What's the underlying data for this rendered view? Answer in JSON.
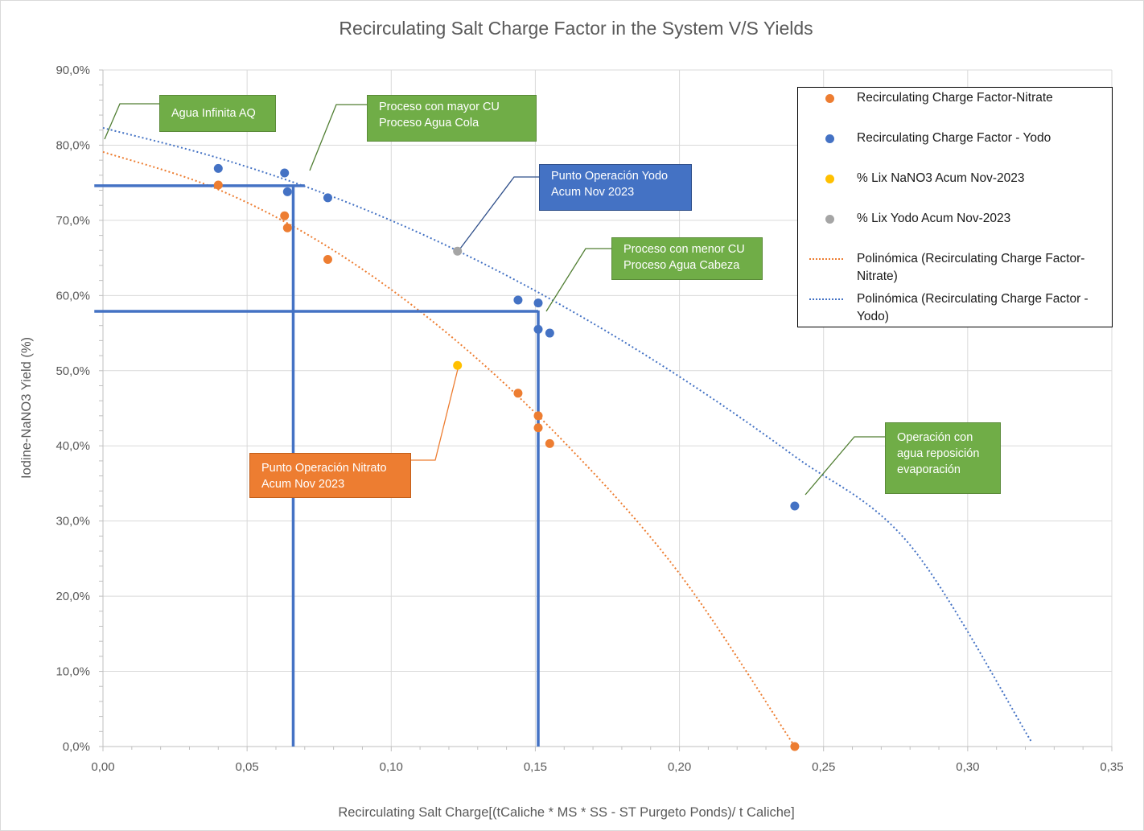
{
  "chart_data": {
    "type": "scatter",
    "title": "Recirculating Salt Charge Factor in the System V/S Yields",
    "xlabel": "Recirculating Salt Charge[(tCaliche * MS * SS -  ST Purgeto Ponds)/ t Caliche]",
    "ylabel": "Iodine-NaNO3 Yield (%)",
    "xlim": [
      0,
      0.35
    ],
    "ylim": [
      0,
      0.9
    ],
    "x_ticks": [
      "0,00",
      "0,05",
      "0,10",
      "0,15",
      "0,20",
      "0,25",
      "0,30",
      "0,35"
    ],
    "y_ticks": [
      "0,0%",
      "10,0%",
      "20,0%",
      "30,0%",
      "40,0%",
      "50,0%",
      "60,0%",
      "70,0%",
      "80,0%",
      "90,0%"
    ],
    "grid": true,
    "legend_position": "top-right",
    "series": [
      {
        "name": "Recirculating Charge Factor-Nitrate",
        "color": "#ed7d31",
        "points": [
          [
            0.04,
            0.747
          ],
          [
            0.063,
            0.706
          ],
          [
            0.064,
            0.69
          ],
          [
            0.078,
            0.648
          ],
          [
            0.144,
            0.47
          ],
          [
            0.151,
            0.44
          ],
          [
            0.151,
            0.424
          ],
          [
            0.155,
            0.403
          ],
          [
            0.24,
            0.0
          ]
        ]
      },
      {
        "name": "Recirculating Charge Factor - Yodo",
        "color": "#4472c4",
        "points": [
          [
            0.04,
            0.769
          ],
          [
            0.063,
            0.763
          ],
          [
            0.064,
            0.738
          ],
          [
            0.078,
            0.73
          ],
          [
            0.144,
            0.594
          ],
          [
            0.151,
            0.59
          ],
          [
            0.151,
            0.555
          ],
          [
            0.155,
            0.55
          ],
          [
            0.24,
            0.32
          ]
        ]
      },
      {
        "name": "% Lix NaNO3 Acum Nov-2023",
        "color": "#ffc000",
        "points": [
          [
            0.123,
            0.507
          ]
        ]
      },
      {
        "name": "% Lix Yodo Acum Nov-2023",
        "color": "#a5a5a5",
        "points": [
          [
            0.123,
            0.659
          ]
        ]
      }
    ],
    "trendlines": [
      {
        "name": "Polinómica (Recirculating Charge Factor-\nNitrate)",
        "color": "#ed7d31",
        "x_range": [
          0,
          0.24
        ],
        "points": [
          [
            0,
            0.791
          ],
          [
            0.04,
            0.741
          ],
          [
            0.08,
            0.66
          ],
          [
            0.12,
            0.548
          ],
          [
            0.16,
            0.405
          ],
          [
            0.2,
            0.23
          ],
          [
            0.24,
            0.0
          ]
        ]
      },
      {
        "name": "Polinómica (Recirculating Charge Factor -\nYodo)",
        "color": "#4472c4",
        "x_range": [
          0,
          0.322
        ],
        "points": [
          [
            0,
            0.823
          ],
          [
            0.04,
            0.783
          ],
          [
            0.08,
            0.731
          ],
          [
            0.12,
            0.665
          ],
          [
            0.16,
            0.585
          ],
          [
            0.2,
            0.492
          ],
          [
            0.24,
            0.386
          ],
          [
            0.28,
            0.268
          ],
          [
            0.322,
            0.007
          ]
        ]
      }
    ],
    "reference_lines": [
      {
        "orientation": "vertical",
        "x": 0.066,
        "y_range": [
          0,
          0.747
        ]
      },
      {
        "orientation": "vertical",
        "x": 0.151,
        "y_range": [
          0,
          0.58
        ]
      },
      {
        "orientation": "horizontal",
        "y": 0.746,
        "x_range": [
          -0.003,
          0.07
        ]
      },
      {
        "orientation": "horizontal",
        "y": 0.579,
        "x_range": [
          -0.003,
          0.151
        ]
      }
    ],
    "annotations": [
      {
        "text": "Agua Infinita AQ",
        "style": "green"
      },
      {
        "text": "Proceso con mayor CU\nProceso Agua Cola",
        "style": "green"
      },
      {
        "text": "Punto Operación Yodo\nAcum Nov 2023",
        "style": "blue"
      },
      {
        "text": "Proceso con menor CU\nProceso Agua Cabeza",
        "style": "green"
      },
      {
        "text": "Punto Operación Nitrato\nAcum Nov 2023",
        "style": "orange"
      },
      {
        "text": "Operación con\nagua reposición\nevaporación",
        "style": "green"
      }
    ]
  },
  "colors": {
    "grid": "#d9d9d9",
    "axis_text": "#595959",
    "reference_line": "#4472c4",
    "callout_green": "#70ad47",
    "callout_blue": "#4472c4",
    "callout_orange": "#ed7d31"
  }
}
